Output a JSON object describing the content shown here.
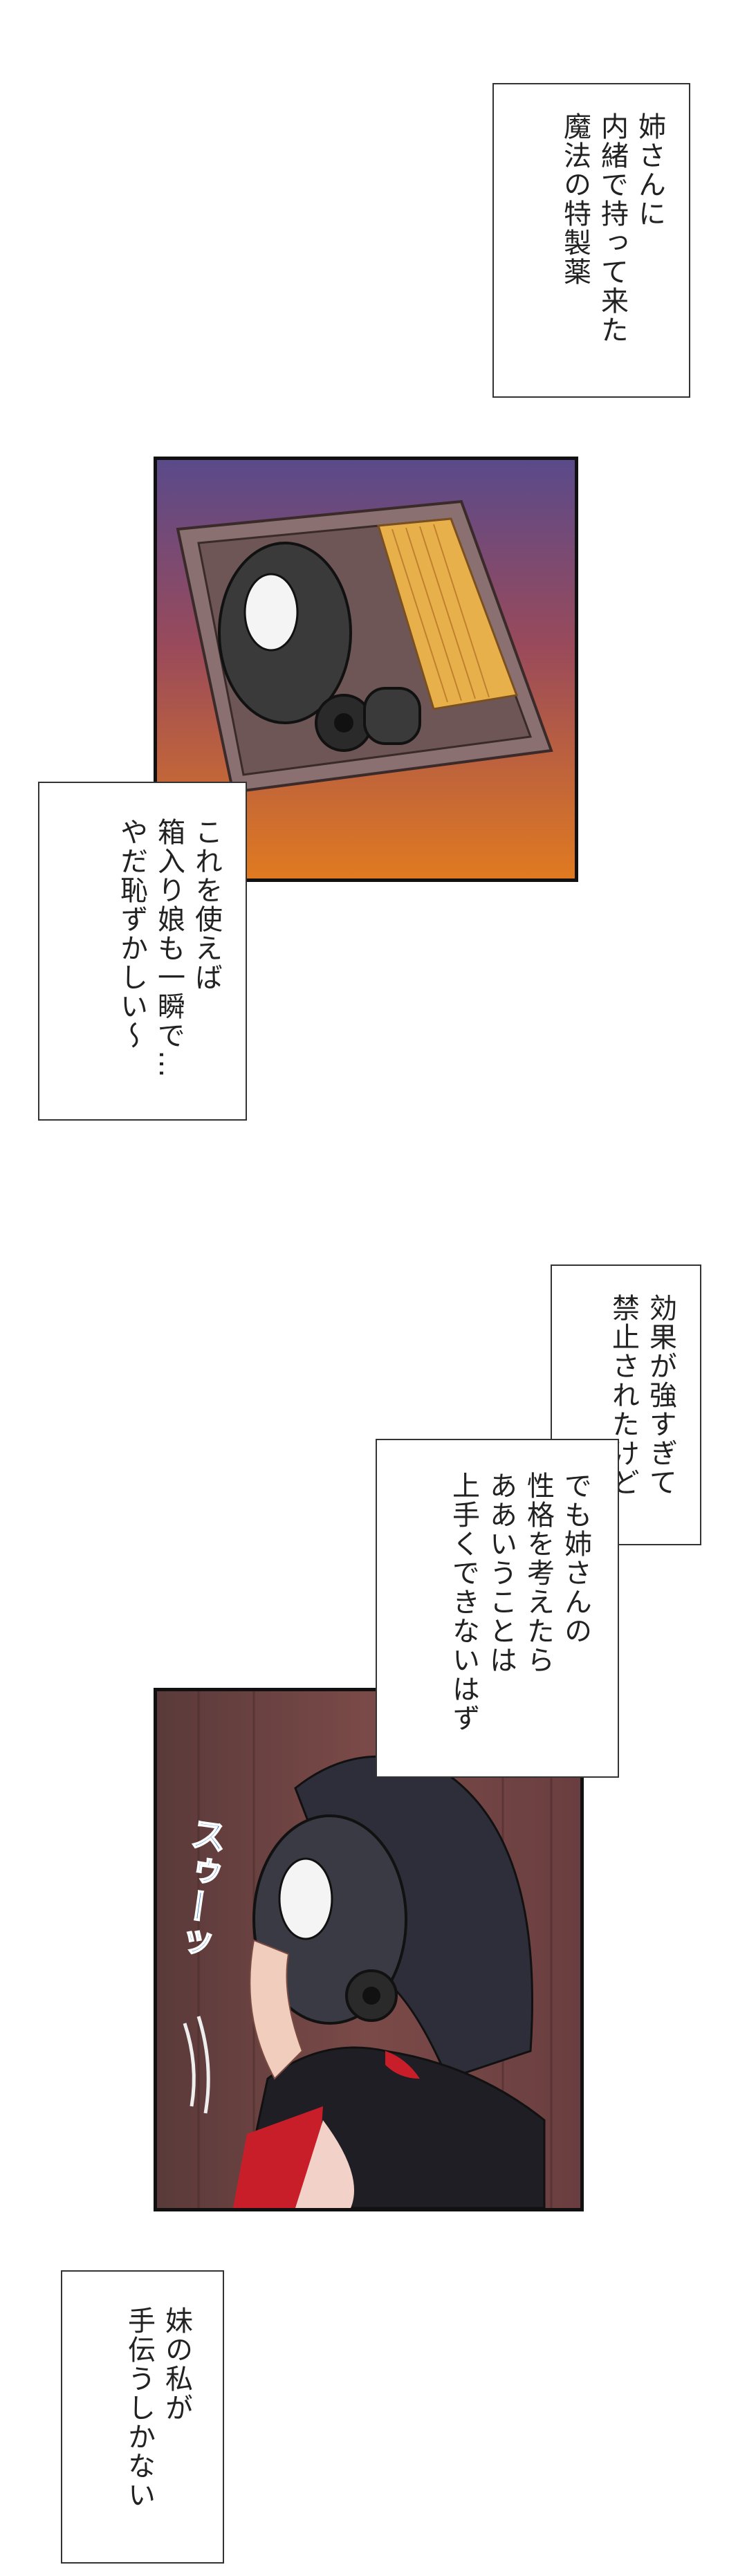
{
  "captions": {
    "c1": [
      "姉さんに",
      "内緒で持って来た",
      "魔法の特製薬"
    ],
    "c2": [
      "これを使えば",
      "箱入り娘も一瞬で…",
      "やだ恥ずかしい〜"
    ],
    "c3": [
      "効果が強すぎて",
      "禁止されたけど"
    ],
    "c4": [
      "でも姉さんの",
      "性格を考えたら",
      "ああいうことは",
      "上手くできないはず"
    ],
    "c5": [
      "妹の私が",
      "手伝うしかない"
    ]
  },
  "sfx": {
    "breath": "スゥーッ"
  },
  "colors": {
    "panel1_top": "#5a4a8a",
    "panel1_bottom": "#e07a20",
    "panel2_bg": "#6b3d3a",
    "ribbon": "#c81e2a"
  }
}
